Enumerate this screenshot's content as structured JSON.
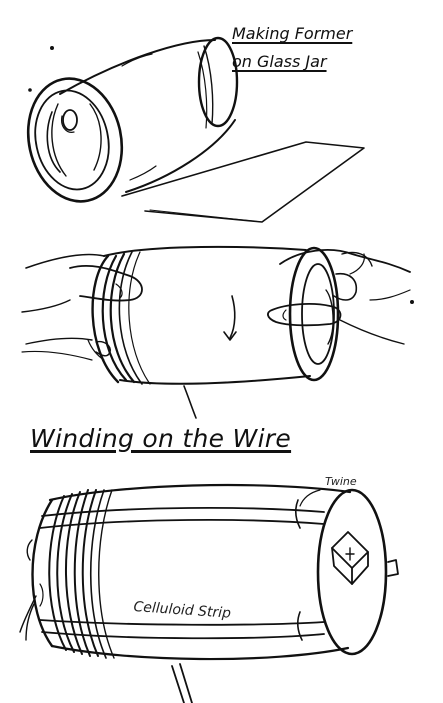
{
  "captions": {
    "step1_line1": "Making Former",
    "step1_line2": "on Glass Jar",
    "step2_heading": "Winding on the Wire"
  },
  "labels": {
    "twine": "Twine",
    "celluloid_strip": "Celluloid Strip"
  }
}
